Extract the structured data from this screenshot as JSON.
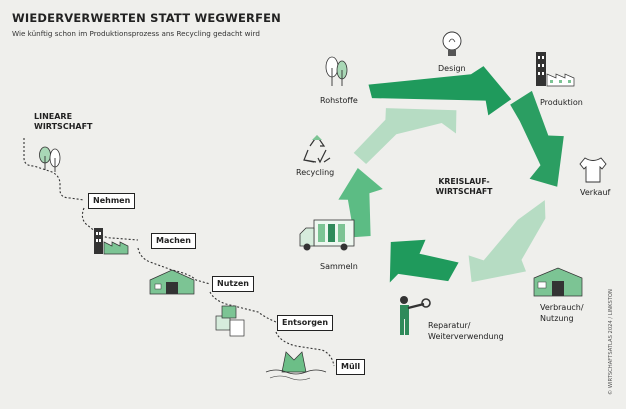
{
  "title": "WIEDERVERWERTEN STATT WEGWERFEN",
  "subtitle": "Wie künftig schon im Produktionsprozess ans Recycling gedacht wird",
  "linear": {
    "title_line1": "LINEARE",
    "title_line2": "WIRTSCHAFT",
    "steps": [
      "Nehmen",
      "Machen",
      "Nutzen",
      "Entsorgen",
      "Müll"
    ]
  },
  "circular": {
    "center_line1": "KREISLAUF-",
    "center_line2": "WIRTSCHAFT",
    "stages": {
      "design": "Design",
      "produktion": "Produktion",
      "verkauf": "Verkauf",
      "verbrauch_1": "Verbrauch/",
      "verbrauch_2": "Nutzung",
      "reparatur_1": "Reparatur/",
      "reparatur_2": "Weiterverwendung",
      "sammeln": "Sammeln",
      "recycling": "Recycling",
      "rohstoffe": "Rohstoffe"
    }
  },
  "credit": "© WIRTSCHAFTSATLAS 2024 / LINKSTON",
  "colors": {
    "dark_green": "#1f9a5c",
    "mid_green": "#5cbc84",
    "light_green": "#b6dcc3",
    "icon_green": "#7cc494",
    "background": "#efefec"
  }
}
